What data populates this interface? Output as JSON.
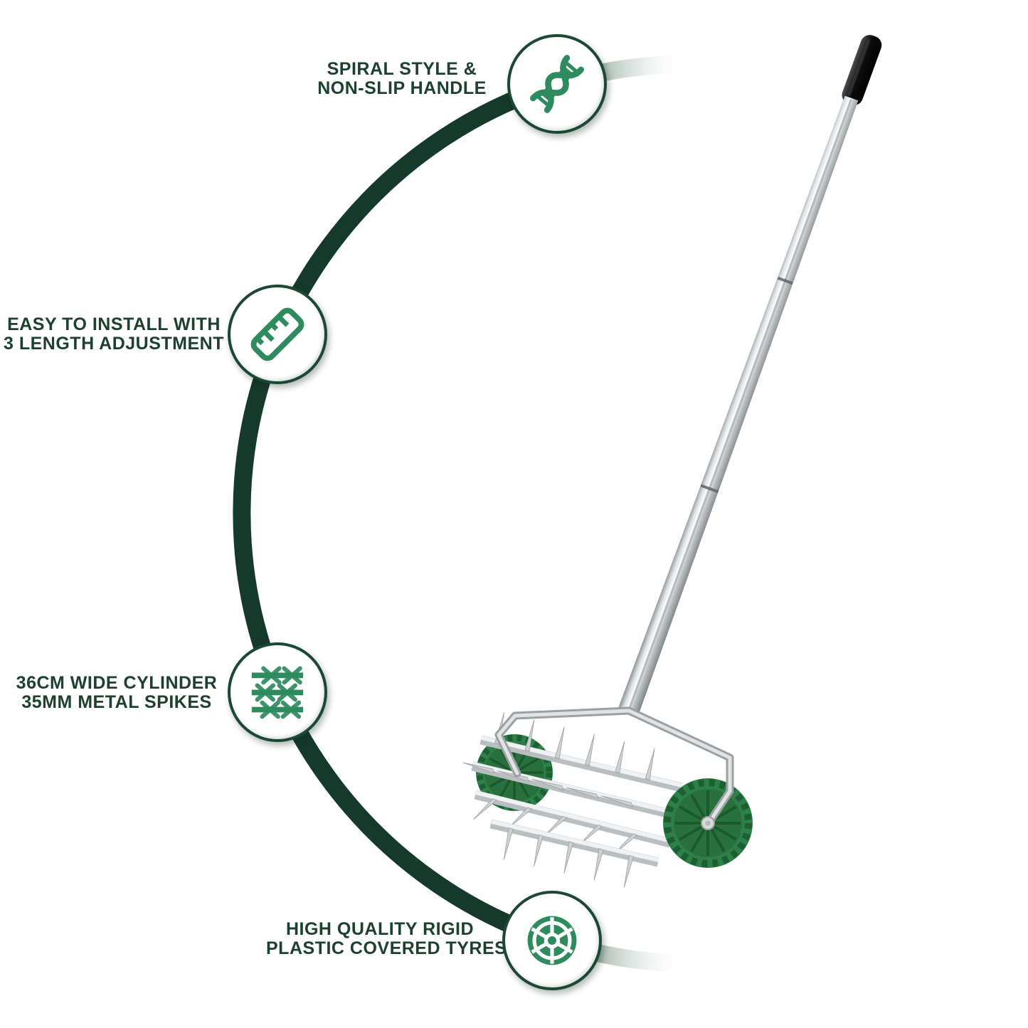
{
  "theme": {
    "background": "#ffffff",
    "arc_color": "#15392b",
    "arc_fade_color": "#c3d1ca",
    "badge_ring_color": "#1b4734",
    "icon_green": "#2e8b5e",
    "text_color": "#1d402f"
  },
  "product": {
    "wheel_color": "#2e8049",
    "pole_color": "#c9cdcf",
    "grip_color": "#111111"
  },
  "callouts": [
    {
      "id": "spiral-handle",
      "icon": "dna-spiral-icon",
      "lines": [
        "SPIRAL STYLE &",
        "NON-SLIP HANDLE"
      ]
    },
    {
      "id": "length-adjustment",
      "icon": "ruler-icon",
      "lines": [
        "EASY TO INSTALL WITH",
        "3 LENGTH ADJUSTMENT"
      ]
    },
    {
      "id": "cylinder-spikes",
      "icon": "barbed-spikes-icon",
      "lines": [
        "36CM WIDE CYLINDER",
        "35MM METAL SPIKES"
      ]
    },
    {
      "id": "tyres",
      "icon": "tyre-wheel-icon",
      "lines": [
        "HIGH QUALITY RIGID",
        "PLASTIC COVERED TYRES"
      ]
    }
  ]
}
